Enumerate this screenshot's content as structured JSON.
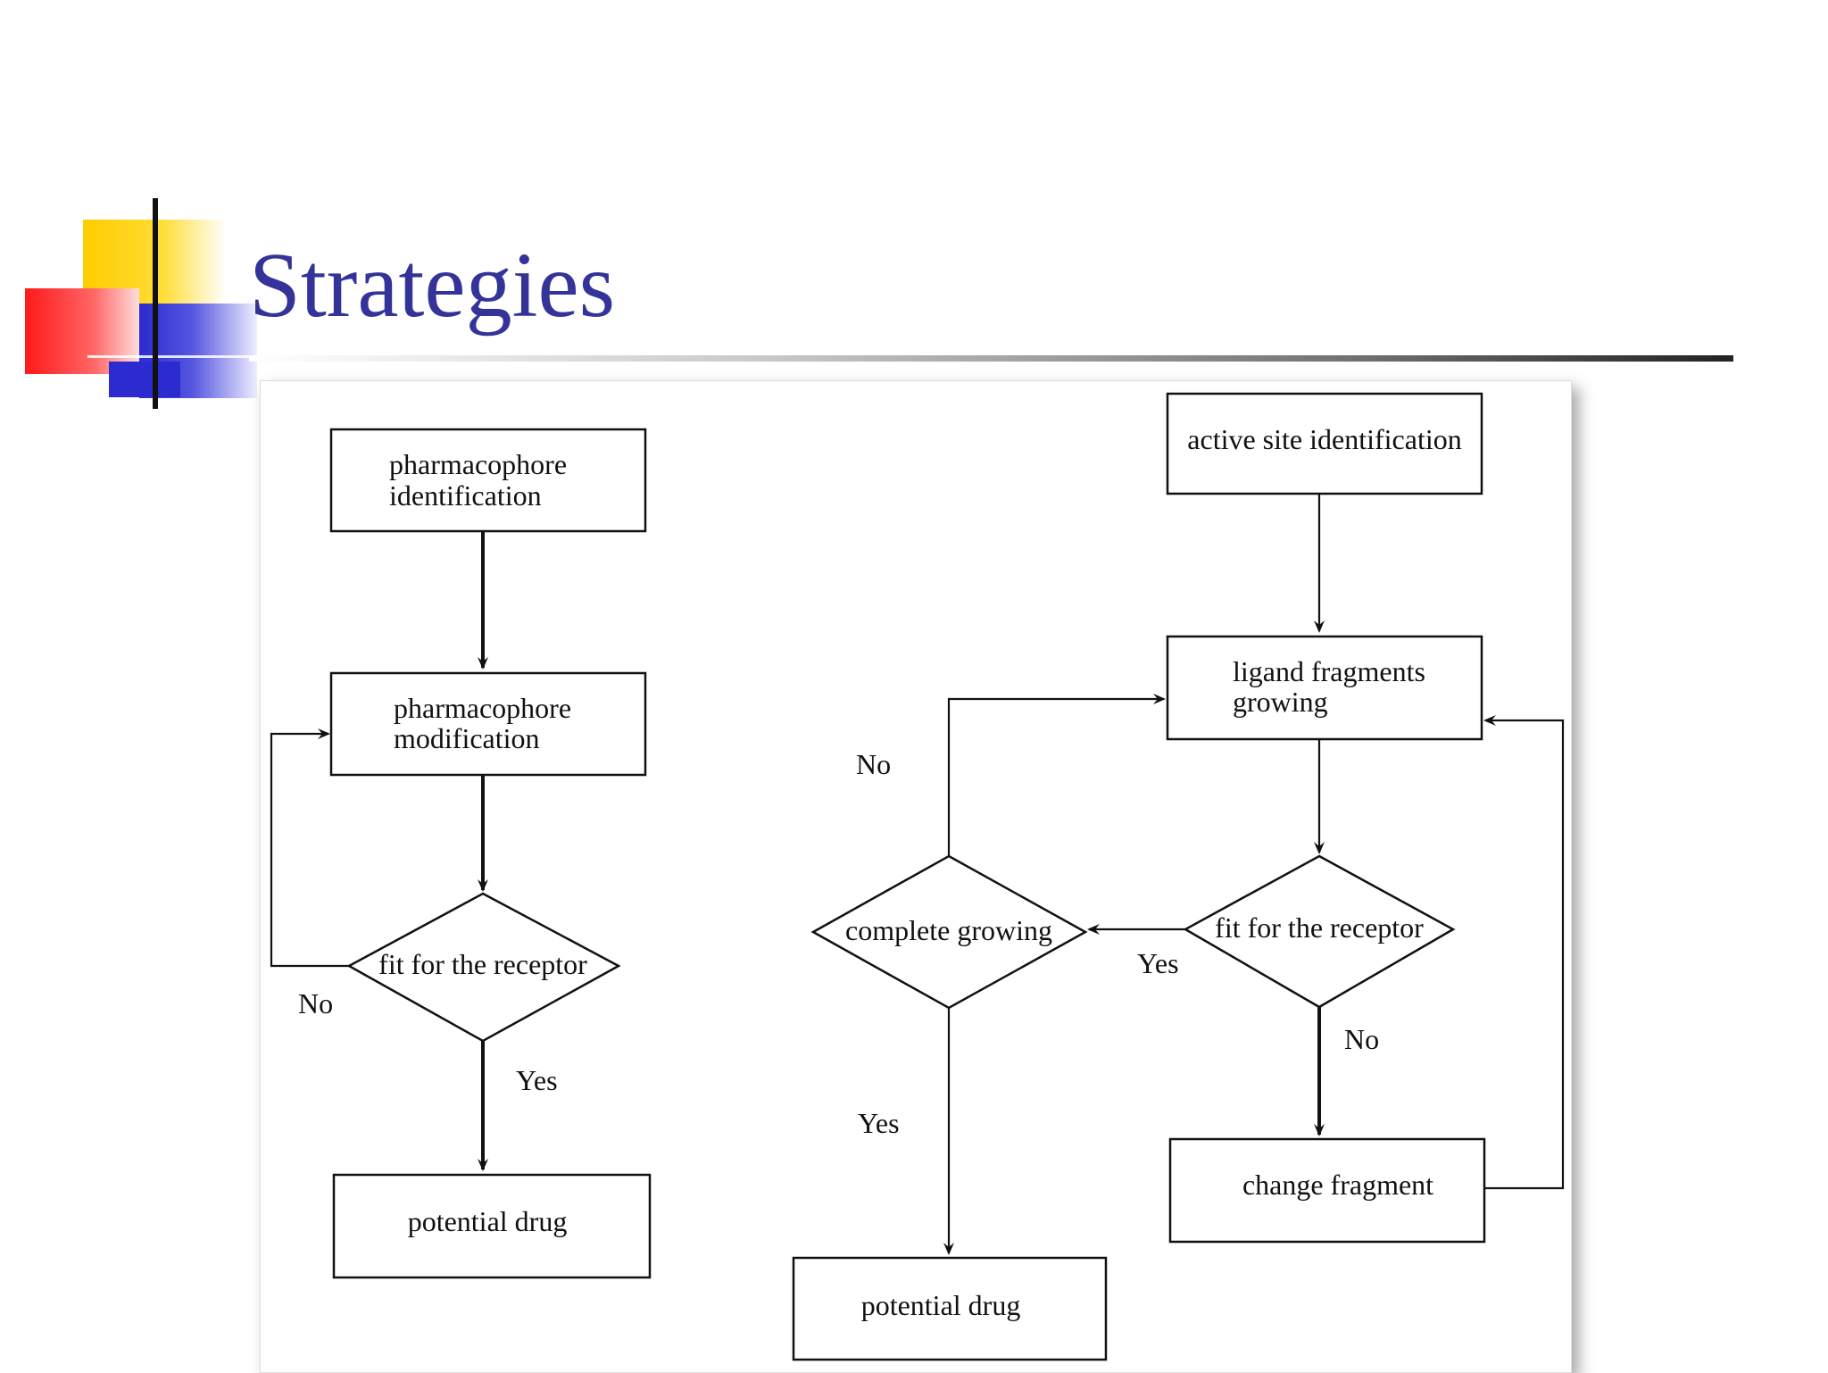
{
  "slide": {
    "title": "Strategies"
  },
  "diagram": {
    "nodes": {
      "pharmacophore_identification": [
        "pharmacophore",
        "identification"
      ],
      "pharmacophore_modification": [
        "pharmacophore",
        "modification"
      ],
      "fit_left": "fit for the receptor",
      "potential_drug_left": "potential drug",
      "active_site_identification": "active site identification",
      "ligand_fragments_growing": [
        "ligand fragments",
        "growing"
      ],
      "fit_right": "fit for the receptor",
      "complete_growing": "complete growing",
      "change_fragment": "change fragment",
      "potential_drug_right": "potential drug"
    },
    "edge_labels": {
      "left_no": "No",
      "left_yes": "Yes",
      "complete_no": "No",
      "right_yes": "Yes",
      "complete_yes": "Yes",
      "right_no": "No"
    }
  }
}
